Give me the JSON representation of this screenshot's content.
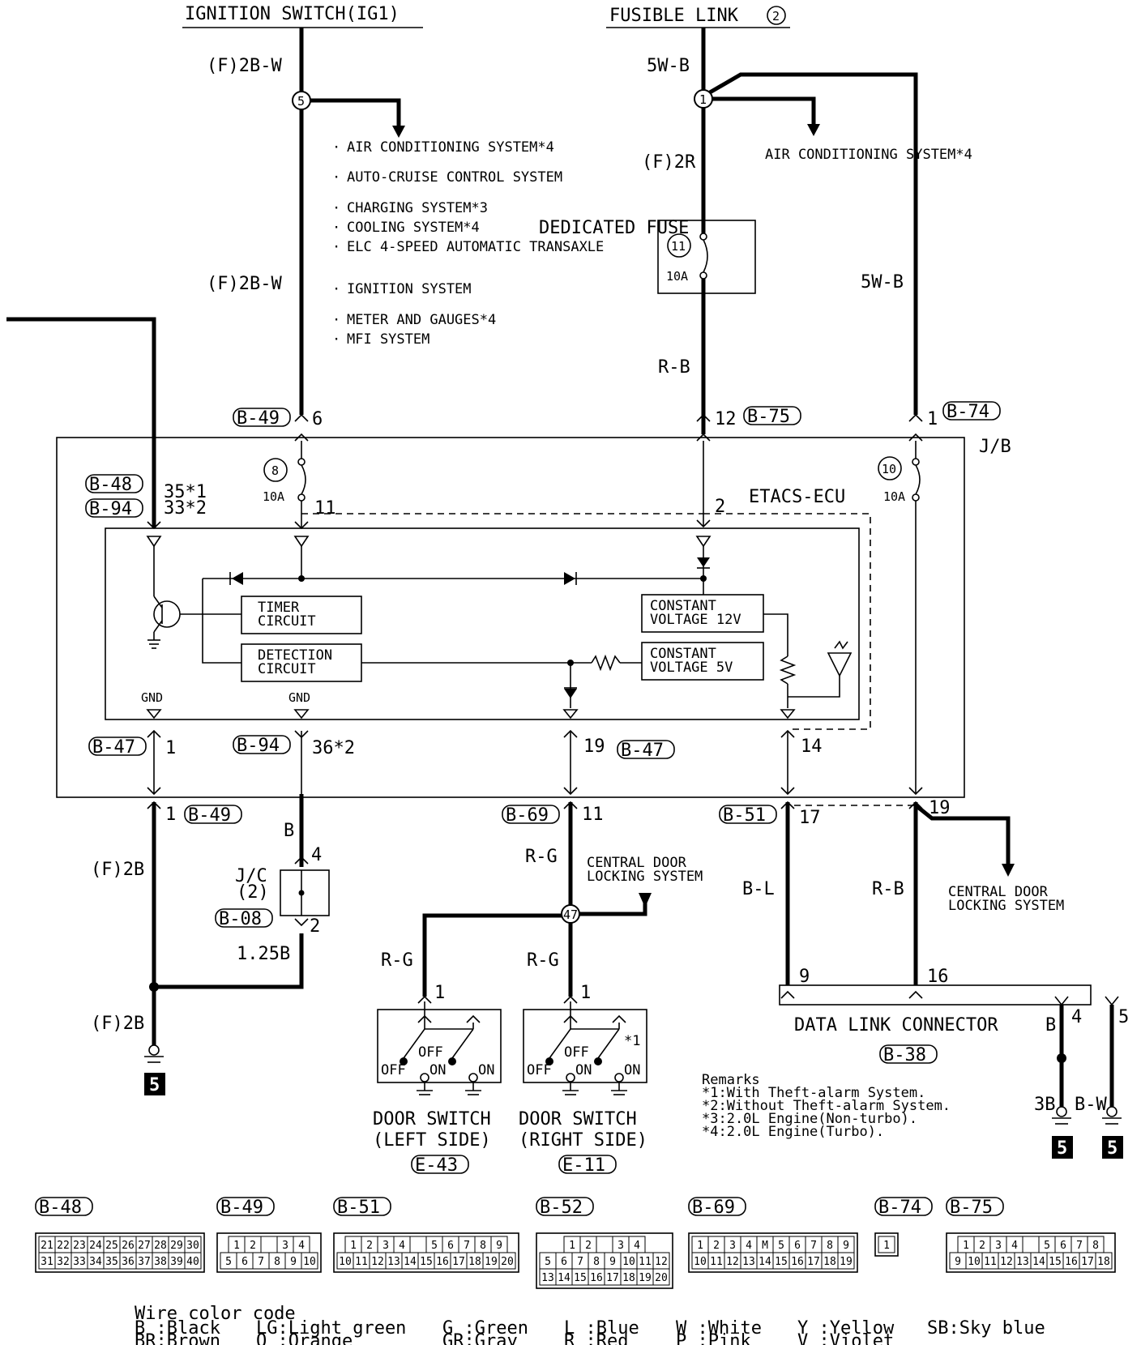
{
  "sources": {
    "ignition_switch": "IGNITION SWITCH(IG1)",
    "fusible_link": "FUSIBLE LINK",
    "fusible_link_no": "2"
  },
  "wires": {
    "ig_top": "(F)2B-W",
    "ig_mid": "(F)2B-W",
    "fl_top": "5W-B",
    "fl_fuse_in": "(F)2R",
    "fl_right": "5W-B",
    "fl_fuse_out": "R-B",
    "gnd_left_1": "(F)2B",
    "gnd_left_2": "(F)2B",
    "jc_in": "B",
    "jc_out": "1.25B",
    "door_main": "R-G",
    "door_left": "R-G",
    "door_right": "R-G",
    "dlc_bl": "B-L",
    "dlc_rb": "R-B",
    "dlc_b": "B",
    "dlc_3b": "3B",
    "dlc_bw": "B-W"
  },
  "splices": {
    "ig": "5",
    "fl": "1",
    "door": "47"
  },
  "ig_branch_systems": [
    "AIR CONDITIONING SYSTEM*4",
    "AUTO-CRUISE CONTROL SYSTEM",
    "CHARGING SYSTEM*3",
    "COOLING SYSTEM*4",
    "ELC 4-SPEED AUTOMATIC TRANSAXLE",
    "IGNITION SYSTEM",
    "METER AND GAUGES*4",
    "MFI SYSTEM"
  ],
  "fl_branch": "AIR CONDITIONING SYSTEM*4",
  "dedicated_fuse": {
    "label": "DEDICATED FUSE",
    "number": "11",
    "rating": "10A"
  },
  "jb": {
    "label": "J/B",
    "fuse8": {
      "number": "8",
      "rating": "10A"
    },
    "fuse10": {
      "number": "10",
      "rating": "10A"
    }
  },
  "ecu": {
    "label": "ETACS-ECU",
    "timer": "TIMER CIRCUIT",
    "detection": "DETECTION CIRCUIT",
    "cv12": "CONSTANT VOLTAGE 12V",
    "cv5": "CONSTANT VOLTAGE 5V",
    "gnd": "GND"
  },
  "pins": {
    "b49_6": "6",
    "b75_12": "12",
    "b74_1": "1",
    "p35_33": "35*1 33*2",
    "p11": "11",
    "p2": "2",
    "b47_1": "1",
    "b94_36": "36*2",
    "p19": "19",
    "p14": "14",
    "b49_1": "1",
    "b69_11": "11",
    "b51_17": "17",
    "p19b": "19",
    "jc_4": "4",
    "jc_2": "2",
    "door_l_1": "1",
    "door_r_1": "1",
    "dlc_9": "9",
    "dlc_16": "16",
    "dlc_4": "4",
    "dlc_5": "5"
  },
  "connectors": {
    "b49": "B-49",
    "b75": "B-75",
    "b74": "B-74",
    "b48": "B-48",
    "b94": "B-94",
    "b47": "B-47",
    "b69": "B-69",
    "b51": "B-51",
    "b08": "B-08",
    "b38": "B-38",
    "e43": "E-43",
    "e11": "E-11"
  },
  "jc": {
    "label": "J/C",
    "number": "(2)"
  },
  "central_door_1": "CENTRAL DOOR LOCKING SYSTEM",
  "central_door_2": "CENTRAL DOOR LOCKING SYSTEM",
  "door_left": {
    "title": "DOOR SWITCH",
    "side": "(LEFT SIDE)",
    "off": "OFF",
    "on": "ON"
  },
  "door_right": {
    "title": "DOOR SWITCH",
    "side": "(RIGHT SIDE)",
    "off": "OFF",
    "on": "ON",
    "note": "*1"
  },
  "dlc": {
    "label": "DATA LINK CONNECTOR"
  },
  "ground_no": "5",
  "remarks": {
    "title": "Remarks",
    "r1": "*1:With Theft-alarm System.",
    "r2": "*2:Without Theft-alarm System.",
    "r3": "*3:2.0L Engine(Non-turbo).",
    "r4": "*4:2.0L Engine(Turbo)."
  },
  "connector_views": [
    {
      "id": "B-48",
      "rows": [
        [
          "21",
          "22",
          "23",
          "24",
          "25",
          "26",
          "27",
          "28",
          "29",
          "30"
        ],
        [
          "31",
          "32",
          "33",
          "34",
          "35",
          "36",
          "37",
          "38",
          "39",
          "40"
        ]
      ]
    },
    {
      "id": "B-49",
      "rows": [
        [
          "1",
          "2",
          "",
          "3",
          "4"
        ],
        [
          "5",
          "6",
          "7",
          "8",
          "9",
          "10"
        ]
      ]
    },
    {
      "id": "B-51",
      "rows": [
        [
          "1",
          "2",
          "3",
          "4",
          "",
          "5",
          "6",
          "7",
          "8",
          "9"
        ],
        [
          "10",
          "11",
          "12",
          "13",
          "14",
          "15",
          "16",
          "17",
          "18",
          "19",
          "20"
        ]
      ]
    },
    {
      "id": "B-52",
      "rows": [
        [
          "1",
          "2",
          "",
          "3",
          "4"
        ],
        [
          "5",
          "6",
          "7",
          "8",
          "9",
          "10",
          "11",
          "12"
        ],
        [
          "13",
          "14",
          "15",
          "16",
          "17",
          "18",
          "19",
          "20"
        ]
      ]
    },
    {
      "id": "B-69",
      "rows": [
        [
          "1",
          "2",
          "3",
          "4",
          "M",
          "5",
          "6",
          "7",
          "8",
          "9"
        ],
        [
          "10",
          "11",
          "12",
          "13",
          "14",
          "15",
          "16",
          "17",
          "18",
          "19"
        ]
      ]
    },
    {
      "id": "B-74",
      "rows": [
        [
          "1"
        ]
      ]
    },
    {
      "id": "B-75",
      "rows": [
        [
          "1",
          "2",
          "3",
          "4",
          "",
          "5",
          "6",
          "7",
          "8"
        ],
        [
          "9",
          "10",
          "11",
          "12",
          "13",
          "14",
          "15",
          "16",
          "17",
          "18"
        ]
      ]
    }
  ],
  "color_code": {
    "title": "Wire color code",
    "cols": [
      [
        "B :Black",
        "BR:Brown"
      ],
      [
        "LG:Light green",
        "O :Orange"
      ],
      [
        "G :Green",
        "GR:Gray"
      ],
      [
        "L :Blue",
        "R :Red"
      ],
      [
        "W :White",
        "P :Pink"
      ],
      [
        "Y :Yellow",
        "V :Violet"
      ],
      [
        "SB:Sky blue"
      ]
    ]
  }
}
